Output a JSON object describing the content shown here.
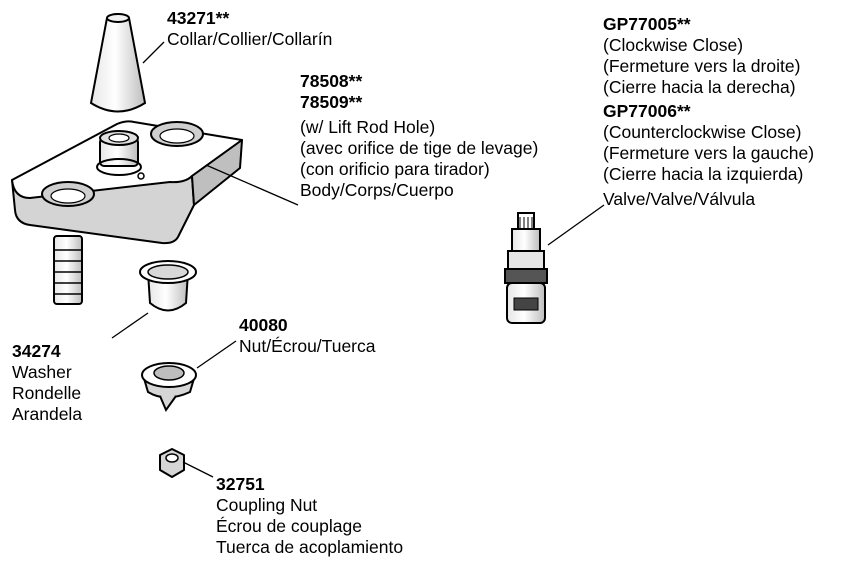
{
  "parts": {
    "collar": {
      "part_number": "43271**",
      "lines": [
        "Collar/Collier/Collarín"
      ]
    },
    "body": {
      "part_numbers": [
        "78508**",
        "78509**"
      ],
      "lines": [
        "(w/ Lift Rod Hole)",
        "(avec orifice de tige de levage)",
        "(con orificio para tirador)",
        "Body/Corps/Cuerpo"
      ]
    },
    "valve": {
      "part_number_cw": "GP77005**",
      "lines_cw": [
        "(Clockwise Close)",
        "(Fermeture vers la droite)",
        "(Cierre hacia la derecha)"
      ],
      "part_number_ccw": "GP77006**",
      "lines_ccw": [
        "(Counterclockwise Close)",
        "(Fermeture vers la gauche)",
        "(Cierre hacia la izquierda)"
      ],
      "name": "Valve/Valve/Válvula"
    },
    "washer": {
      "part_number": "34274",
      "lines": [
        "Washer",
        "Rondelle",
        "Arandela"
      ]
    },
    "nut": {
      "part_number": "40080",
      "lines": [
        "Nut/Écrou/Tuerca"
      ]
    },
    "coupling_nut": {
      "part_number": "32751",
      "lines": [
        "Coupling Nut",
        "Écrou de couplage",
        "Tuerca de acoplamiento"
      ]
    }
  }
}
